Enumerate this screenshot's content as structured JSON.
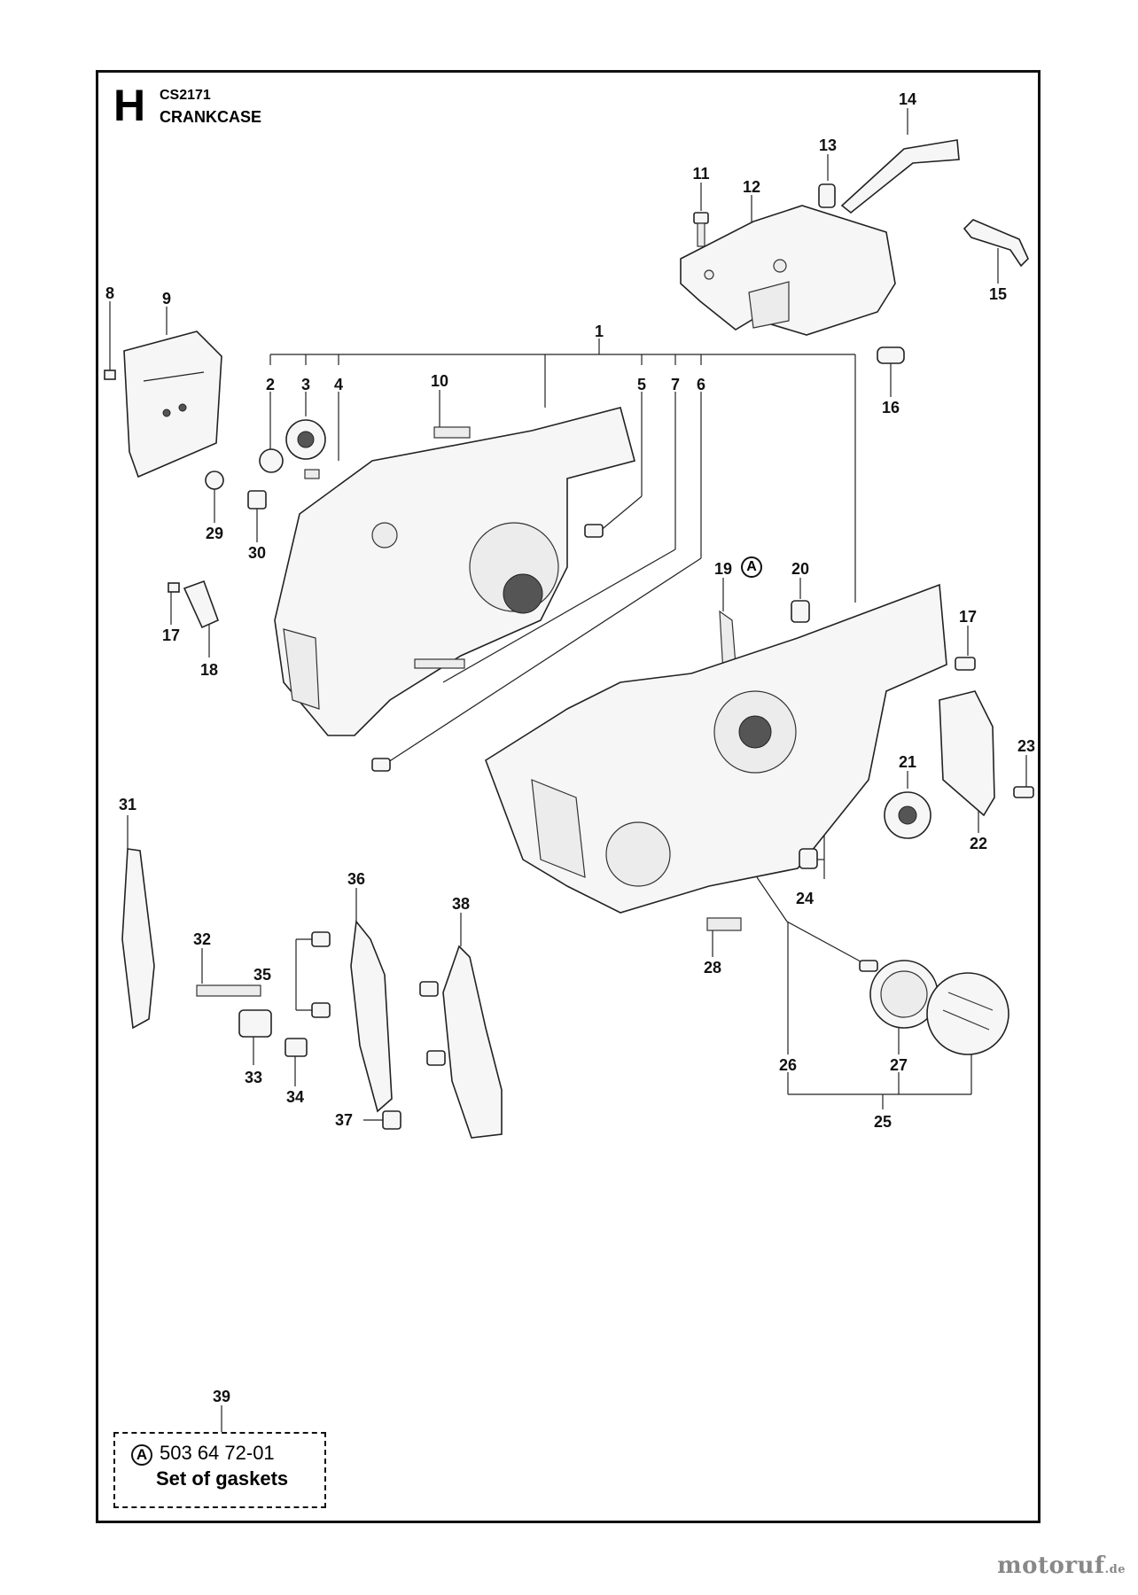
{
  "header": {
    "section_letter": "H",
    "model_code": "CS2171",
    "section_title": "CRANKCASE"
  },
  "callouts": [
    "1",
    "2",
    "3",
    "4",
    "5",
    "6",
    "7",
    "8",
    "9",
    "10",
    "11",
    "12",
    "13",
    "14",
    "15",
    "16",
    "17",
    "17",
    "18",
    "19",
    "20",
    "21",
    "22",
    "23",
    "24",
    "25",
    "26",
    "27",
    "28",
    "29",
    "30",
    "31",
    "32",
    "33",
    "34",
    "35",
    "36",
    "37",
    "38",
    "39"
  ],
  "gasket_kit": {
    "marker": "A",
    "part_number": "503 64 72-01",
    "description": "Set of gaskets"
  },
  "marker_19": "A",
  "watermark": {
    "brand": "motoruf",
    "tld": ".de"
  }
}
